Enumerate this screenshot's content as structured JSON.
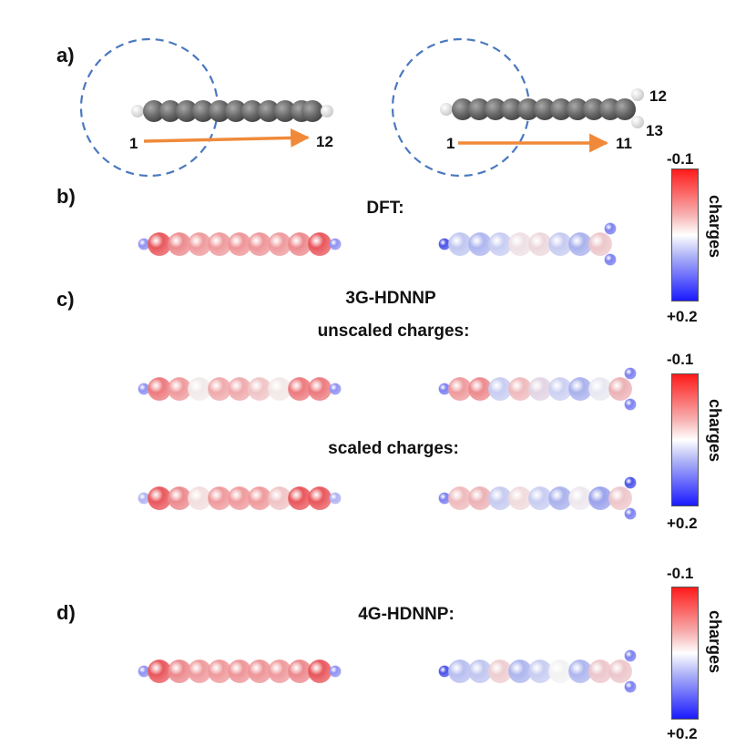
{
  "panels": {
    "a": "a)",
    "b": "b)",
    "c": "c)",
    "d": "d)"
  },
  "headers": {
    "dft": "DFT:",
    "hdnnp3g": "3G-HDNNP",
    "unscaled": "unscaled charges:",
    "scaled": "scaled charges:",
    "hdnnp4g": "4G-HDNNP:"
  },
  "atom_labels": {
    "left_start": "1",
    "left_end": "12",
    "right_start": "1",
    "right_end": "11",
    "right_h12": "12",
    "right_h13": "13"
  },
  "colorbar": {
    "title": "charges",
    "top": "-0.1",
    "bottom": "+0.2",
    "colors": [
      "#ff1a1a",
      "#ffffff",
      "#1a1aff"
    ]
  },
  "colors": {
    "carbon": "#6e6e6e",
    "hydrogen": "#f2f2f2",
    "arrow": "#f08a3a",
    "dashed_circle": "#4a78c0"
  },
  "rows": {
    "dft": {
      "left": {
        "c": [
          "#e8575c",
          "#ec8a8e",
          "#ef9a9c",
          "#ef9a9c",
          "#ee9598",
          "#ee9598",
          "#ef9a9c",
          "#ec8a8e",
          "#e8575c"
        ],
        "h": [
          "#8f92f2",
          "#8f92f2"
        ]
      },
      "right": {
        "c": [
          "#c0c6f0",
          "#aeb6ee",
          "#c8cdf2",
          "#eee0e4",
          "#ecd8dc",
          "#c6cbf0",
          "#aab2ec",
          "#ecc6ca"
        ],
        "h": [
          "#4a52e8",
          "#7b80f0",
          "#7b80f0"
        ]
      }
    },
    "unscaled": {
      "left": {
        "c": [
          "#ec7a7e",
          "#ef9a9c",
          "#f2eaea",
          "#efaaac",
          "#efaaac",
          "#f0c4c6",
          "#f2e8e8",
          "#ec7a7e",
          "#ec7a7e"
        ],
        "h": [
          "#8f92f2",
          "#8f92f2"
        ]
      },
      "right": {
        "c": [
          "#ee9a9c",
          "#ec8a8e",
          "#c8cdf2",
          "#efbabc",
          "#e2d4e4",
          "#ccd0f2",
          "#aab2ec",
          "#e8e8f2",
          "#ecb2b6"
        ],
        "h": [
          "#7b80f0",
          "#7b80f0"
        ]
      }
    },
    "scaled": {
      "left": {
        "c": [
          "#e8575c",
          "#ec8a8e",
          "#f2dede",
          "#ef9a9c",
          "#ef9a9c",
          "#ef9a9c",
          "#f0c4c6",
          "#e8575c",
          "#e8575c"
        ],
        "h": [
          "#b0b3f2",
          "#b0b3f2"
        ]
      },
      "right": {
        "c": [
          "#efbabc",
          "#ecb2b6",
          "#c6cbf0",
          "#f0dadc",
          "#c8cdf2",
          "#aab2ec",
          "#eee8ee",
          "#9aa2ec",
          "#ecc6ca"
        ],
        "h": [
          "#7b80f0",
          "#4a52e8",
          "#7b80f0"
        ]
      }
    },
    "hdnnp4g": {
      "left": {
        "c": [
          "#e8575c",
          "#ec8a8e",
          "#ef9a9c",
          "#ef9a9c",
          "#ee9598",
          "#ee9598",
          "#ef9a9c",
          "#ec8a8e",
          "#e8575c"
        ],
        "h": [
          "#8f92f2",
          "#8f92f2"
        ]
      },
      "right": {
        "c": [
          "#b8bff0",
          "#c0c6f0",
          "#eecdd0",
          "#aeb6ee",
          "#c8cdf2",
          "#f2f2f2",
          "#aeb6ee",
          "#ecc6ca",
          "#ecc6ca"
        ],
        "h": [
          "#4a52e8",
          "#7b80f0",
          "#7b80f0"
        ]
      }
    }
  }
}
